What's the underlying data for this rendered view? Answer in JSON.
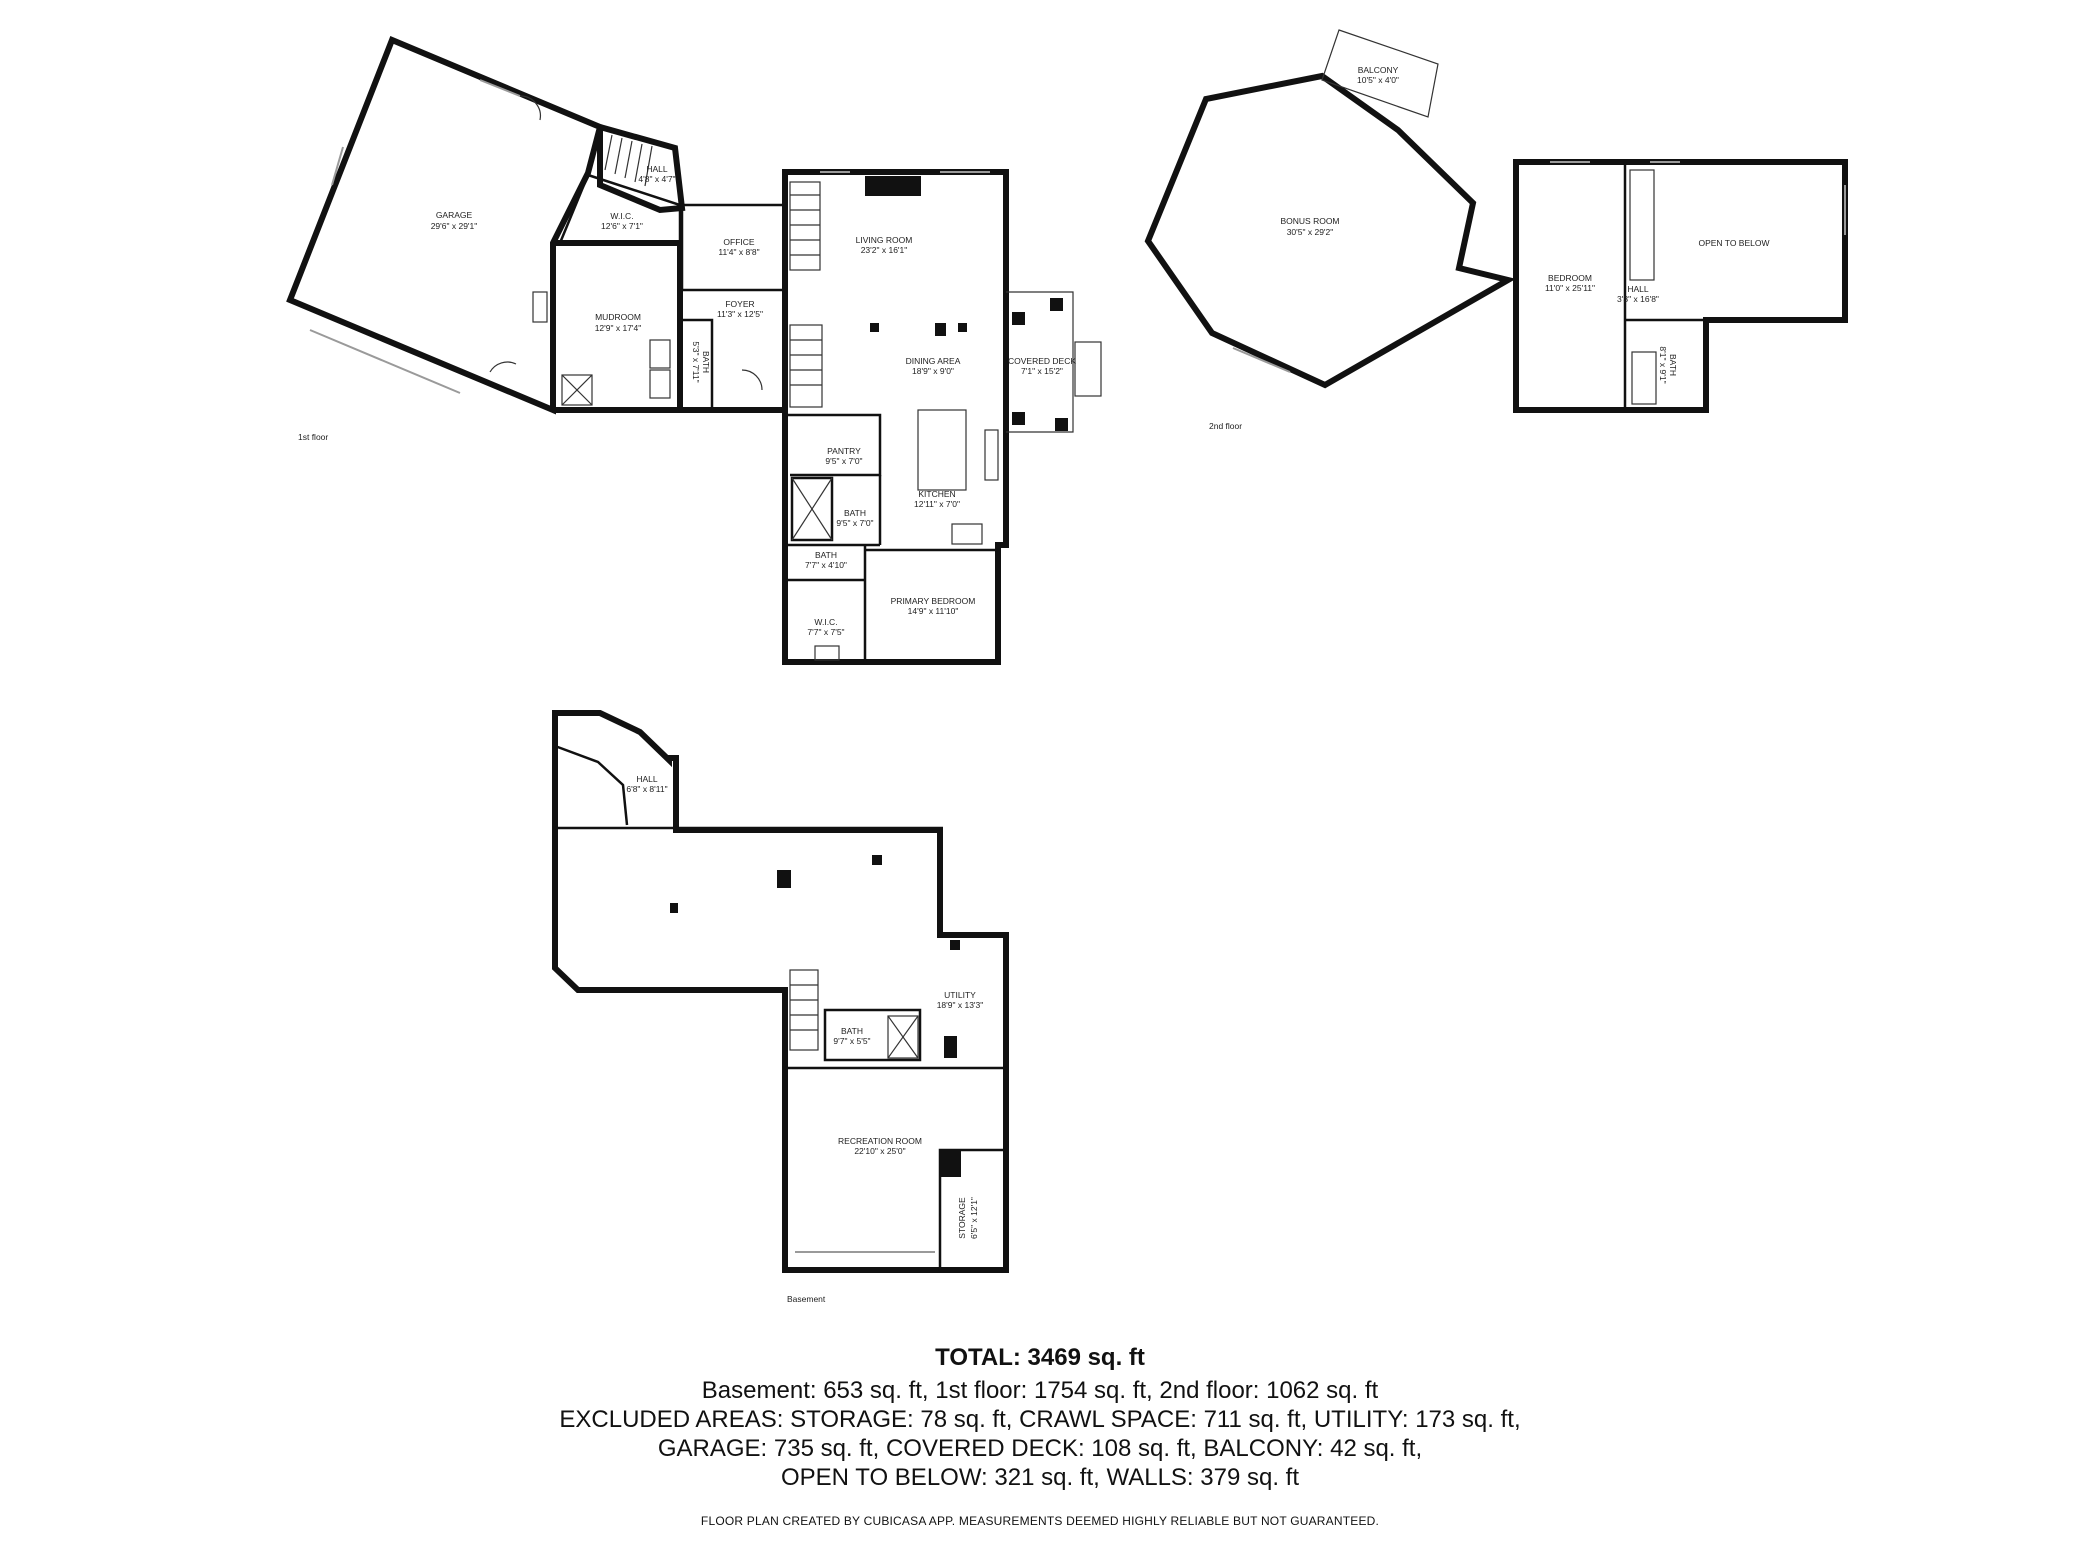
{
  "floors": {
    "first": {
      "label": "1st floor",
      "rooms": {
        "garage": {
          "name": "GARAGE",
          "size": "29'6\" x 29'1\""
        },
        "hall": {
          "name": "HALL",
          "size": "4'8\" x 4'7\""
        },
        "wic": {
          "name": "W.I.C.",
          "size": "12'6\" x 7'1\""
        },
        "office": {
          "name": "OFFICE",
          "size": "11'4\" x 8'8\""
        },
        "living": {
          "name": "LIVING ROOM",
          "size": "23'2\" x 16'1\""
        },
        "mudroom": {
          "name": "MUDROOM",
          "size": "12'9\" x 17'4\""
        },
        "foyer": {
          "name": "FOYER",
          "size": "11'3\" x 12'5\""
        },
        "bath_a": {
          "name": "BATH",
          "size": "5'3\" x 7'11\""
        },
        "dining": {
          "name": "DINING AREA",
          "size": "18'9\" x 9'0\""
        },
        "deck": {
          "name": "COVERED DECK",
          "size": "7'1\" x 15'2\""
        },
        "pantry": {
          "name": "PANTRY",
          "size": "9'5\" x 7'0\""
        },
        "kitchen": {
          "name": "KITCHEN",
          "size": "12'11\" x 7'0\""
        },
        "bath_b": {
          "name": "BATH",
          "size": "9'5\" x 7'0\""
        },
        "bath_c": {
          "name": "BATH",
          "size": "7'7\" x 4'10\""
        },
        "wic2": {
          "name": "W.I.C.",
          "size": "7'7\" x 7'5\""
        },
        "primary": {
          "name": "PRIMARY BEDROOM",
          "size": "14'9\" x 11'10\""
        }
      }
    },
    "second": {
      "label": "2nd floor",
      "rooms": {
        "balcony": {
          "name": "BALCONY",
          "size": "10'5\" x 4'0\""
        },
        "bonus": {
          "name": "BONUS ROOM",
          "size": "30'5\" x 29'2\""
        },
        "bedroom": {
          "name": "BEDROOM",
          "size": "11'0\" x 25'11\""
        },
        "open": {
          "name": "OPEN TO BELOW",
          "size": ""
        },
        "hall": {
          "name": "HALL",
          "size": "3'3\" x 16'8\""
        },
        "bath": {
          "name": "BATH",
          "size": "8'1\" x 9'1\""
        }
      }
    },
    "basement": {
      "label": "Basement",
      "rooms": {
        "hall": {
          "name": "HALL",
          "size": "6'8\" x 8'11\""
        },
        "utility": {
          "name": "UTILITY",
          "size": "18'9\" x 13'3\""
        },
        "bath": {
          "name": "BATH",
          "size": "9'7\" x 5'5\""
        },
        "recreation": {
          "name": "RECREATION ROOM",
          "size": "22'10\" x 25'0\""
        },
        "storage": {
          "name": "STORAGE",
          "size": "6'5\" x 12'1\""
        }
      }
    }
  },
  "summary": {
    "total": "TOTAL: 3469 sq. ft",
    "line1": "Basement: 653 sq. ft, 1st floor: 1754 sq. ft, 2nd floor: 1062 sq. ft",
    "line2": "EXCLUDED AREAS: STORAGE: 78 sq. ft, CRAWL SPACE: 711 sq. ft, UTILITY: 173 sq. ft,",
    "line3": "GARAGE: 735 sq. ft, COVERED DECK: 108 sq. ft, BALCONY: 42 sq. ft,",
    "line4": "OPEN TO BELOW: 321 sq. ft, WALLS: 379 sq. ft"
  },
  "disclaimer": "FLOOR PLAN CREATED BY CUBICASA APP. MEASUREMENTS DEEMED HIGHLY RELIABLE BUT NOT GUARANTEED."
}
